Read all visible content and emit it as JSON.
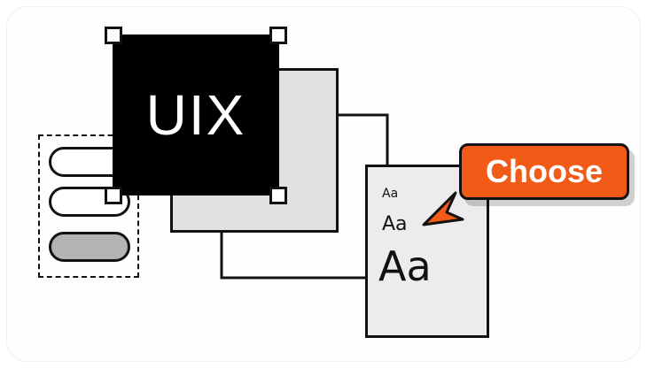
{
  "logo": {
    "text": "UIX"
  },
  "doc": {
    "sample_small": "Aa",
    "sample_medium": "Aa",
    "sample_large": "Aa"
  },
  "action": {
    "label": "Choose"
  },
  "colors": {
    "accent": "#f25a18",
    "ink": "#111111",
    "card_gray": "#e1e1e2",
    "doc_bg": "#ececee",
    "pill_fill": "#b4b4b4"
  },
  "icons": [
    "cursor-arrow-icon",
    "resize-handle-icon"
  ]
}
